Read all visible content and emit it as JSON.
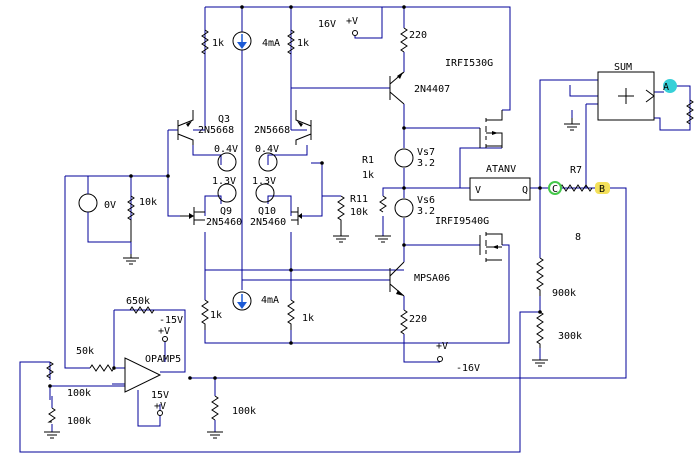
{
  "schematic": {
    "title": "",
    "colors": {
      "wire": "#000099",
      "component": "#000000",
      "current_source": "#1d5bd6",
      "probe_A": "#37d0d8",
      "probe_B": "#f3e05a",
      "probe_C": "#44c84a",
      "background": "#ffffff"
    },
    "supply_labels": {
      "pos_rail": "16V",
      "neg_rail": "-16V",
      "vplus": "+V",
      "opamp_pos": "15V",
      "opamp_neg": "-15V"
    },
    "transistors": {
      "q3": {
        "name": "Q3",
        "part": "2N5668"
      },
      "q4": {
        "part": "2N5668"
      },
      "q9": {
        "name": "Q9",
        "part": "2N5460"
      },
      "q10": {
        "name": "Q10",
        "part": "2N5460"
      },
      "qtop": {
        "part": "2N4407"
      },
      "qbot": {
        "part": "MPSA06"
      },
      "mtop": {
        "part": "IRFI530G"
      },
      "mbot": {
        "part": "IRFI9540G"
      }
    },
    "sources": {
      "i_top": "4mA",
      "i_bot": "4mA",
      "v_in": "0V",
      "vs7": {
        "name": "Vs7",
        "value": "3.2"
      },
      "vs6": {
        "name": "Vs6",
        "value": "3.2"
      },
      "cmp_top_left": "0.4V",
      "cmp_top_right": "0.4V",
      "cmp_bot_left": "1.3V",
      "cmp_bot_right": "1.3V"
    },
    "resistors": {
      "r_top_left": "1k",
      "r_top_right": "1k",
      "r_bot_left": "1k",
      "r_bot_right": "1k",
      "r_drain_top": "220",
      "r_drain_bot": "220",
      "r_in": "10k",
      "r1": {
        "name": "R1",
        "value": "1k"
      },
      "r11": {
        "name": "R11",
        "value": "10k"
      },
      "r7": "R7",
      "r_900k": "900k",
      "r_300k": "300k",
      "r_650k": "650k",
      "r_50k": "50k",
      "r_100k_a": "100k",
      "r_100k_b": "100k",
      "r_100k_c": "100k"
    },
    "blocks": {
      "sum": "SUM",
      "atanv": "ATANV",
      "atanv_in": "V",
      "atanv_out": "Q",
      "opamp": "OPAMP5",
      "sum_gain": "8"
    },
    "probes": {
      "a": "A",
      "b": "B",
      "c": "C"
    }
  }
}
